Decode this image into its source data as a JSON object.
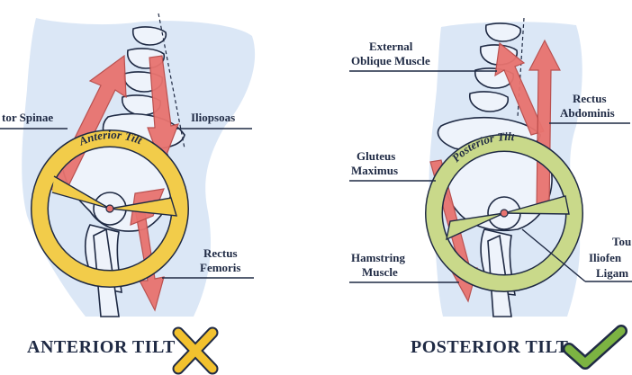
{
  "panels": {
    "anterior": {
      "caption": "ANTERIOR TILT",
      "ring_label": "Anterior Tilt",
      "labels": {
        "erector": "tor Spinae",
        "iliopsoas": "Iliopsoas",
        "rectus_femoris_1": "Rectus",
        "rectus_femoris_2": "Femoris"
      },
      "ring_color": "#f2cc4a",
      "mark_color": "#f2c12e",
      "mark_icon": "cross-icon"
    },
    "posterior": {
      "caption": "POSTERIOR TILT",
      "ring_label": "Posterior Tilt",
      "labels": {
        "external_1": "External",
        "external_2": "Oblique Muscle",
        "rectus_abd_1": "Rectus",
        "rectus_abd_2": "Abdominis",
        "gluteus_1": "Gluteus",
        "gluteus_2": "Maximus",
        "hamstring_1": "Hamstring",
        "hamstring_2": "Muscle",
        "ilio_1": "Tou",
        "ilio_2": "Iliofen",
        "ilio_3": "Ligam"
      },
      "ring_color": "#c9d98a",
      "mark_color": "#7cb342",
      "mark_icon": "check-icon"
    }
  }
}
